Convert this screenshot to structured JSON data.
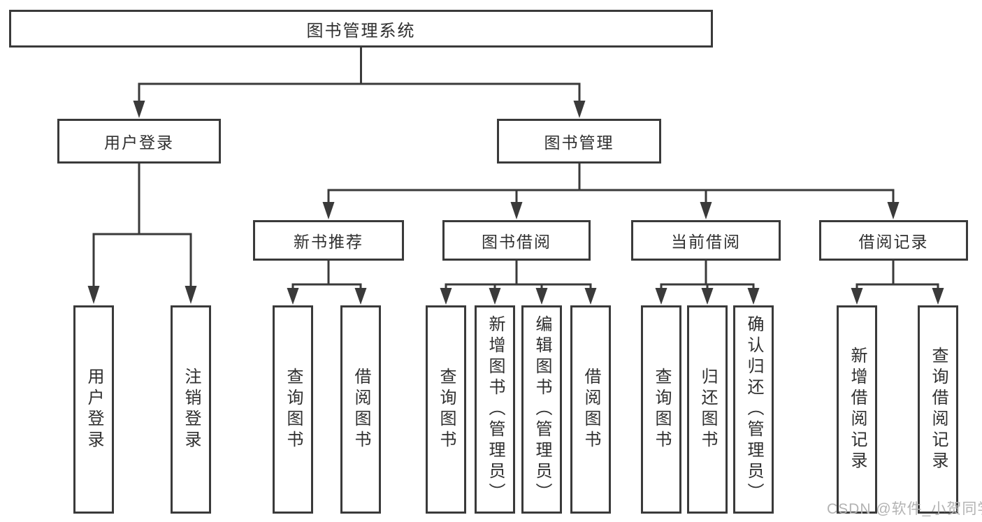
{
  "diagram": {
    "root_label": "图书管理系统",
    "level2": {
      "user_login": "用户登录",
      "book_management": "图书管理"
    },
    "level3": {
      "new_book_recommend": "新书推荐",
      "book_borrow": "图书借阅",
      "current_borrow": "当前借阅",
      "borrow_records": "借阅记录"
    },
    "leaves": {
      "user_login": [
        "用户登录",
        "注销登录"
      ],
      "new_book_recommend": [
        "查询图书",
        "借阅图书"
      ],
      "book_borrow": [
        "查询图书",
        "新增图书（管理员）",
        "编辑图书（管理员）",
        "借阅图书"
      ],
      "current_borrow": [
        "查询图书",
        "归还图书",
        "确认归还（管理员）"
      ],
      "borrow_records": [
        "新增借阅记录",
        "查询借阅记录"
      ]
    },
    "colors": {
      "line": "#3a3a3a",
      "text": "#2f2f2f",
      "box_fill": "#ffffff",
      "watermark": "#b3b3b3"
    }
  },
  "watermark": {
    "text": "CSDN @软件_小贺同学"
  }
}
